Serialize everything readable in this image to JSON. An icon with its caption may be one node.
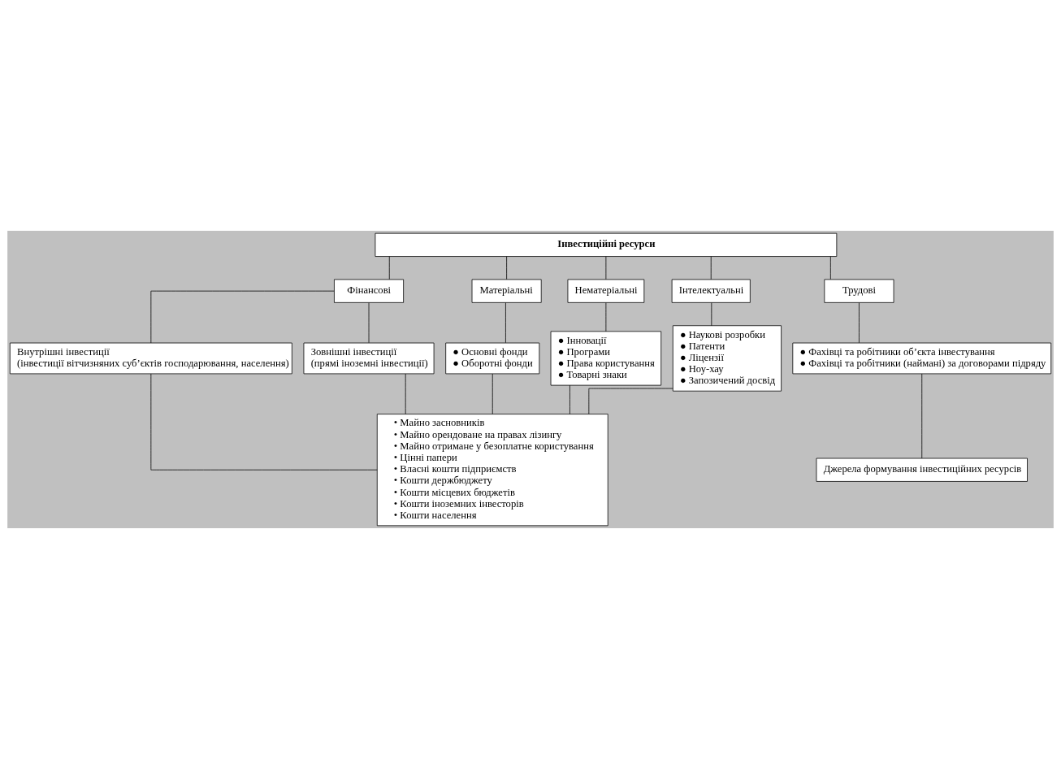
{
  "diagram": {
    "nodes": [
      {
        "text": [
          "Інвестиційні ресурси"
        ]
      },
      {
        "text": [
          "Фінансові"
        ]
      },
      {
        "text": [
          "Матеріальні"
        ]
      },
      {
        "text": [
          "Нематеріальні"
        ]
      },
      {
        "text": [
          "Інтелектуальні"
        ]
      },
      {
        "text": [
          "Трудові"
        ]
      },
      {
        "text": [
          "Внутрішні інвестиції",
          "(інвестиції вітчизняних суб’єктів господарювання, населення)"
        ]
      },
      {
        "text": [
          "Зовнішні інвестиції",
          "(прямі іноземні інвестиції)"
        ]
      },
      {
        "text": [
          "● Основні фонди",
          "● Оборотні фонди"
        ]
      },
      {
        "text": [
          "● Інновації",
          "● Програми",
          "● Права користування",
          "● Товарні знаки"
        ]
      },
      {
        "text": [
          "● Наукові розробки",
          "● Патенти",
          "● Ліцензії",
          "● Ноу-хау",
          "● Запозичений досвід"
        ]
      },
      {
        "text": [
          "● Фахівці та робітники об’єкта інвестування",
          "● Фахівці та робітники (наймані) за договорами підряду"
        ]
      },
      {
        "text": [
          "• Майно засновників",
          "• Майно орендоване на правах лізингу",
          "• Майно отримане у безоплатне користування",
          "• Цінні папери",
          "• Власні кошти підприємств",
          "• Кошти держбюджету",
          "• Кошти місцевих бюджетів",
          "• Кошти іноземних інвесторів",
          "• Кошти населення"
        ]
      },
      {
        "text": [
          "Джерела формування інвестиційних ресурсів"
        ]
      }
    ],
    "edges": [
      {
        "from": 0,
        "to": 1,
        "arrow": "none"
      },
      {
        "from": 0,
        "to": 2,
        "arrow": "none"
      },
      {
        "from": 0,
        "to": 3,
        "arrow": "none"
      },
      {
        "from": 0,
        "to": 4,
        "arrow": "none"
      },
      {
        "from": 0,
        "to": 5,
        "arrow": "none"
      },
      {
        "from": 1,
        "to": 6,
        "arrow": "none"
      },
      {
        "from": 1,
        "to": 7,
        "arrow": "none"
      },
      {
        "from": 2,
        "to": 8,
        "arrow": "none"
      },
      {
        "from": 3,
        "to": 9,
        "arrow": "none"
      },
      {
        "from": 4,
        "to": 10,
        "arrow": "none"
      },
      {
        "from": 5,
        "to": 11,
        "arrow": "none"
      },
      {
        "from": 6,
        "to": 12,
        "arrow": "none"
      },
      {
        "from": 7,
        "to": 12,
        "arrow": "none"
      },
      {
        "from": 8,
        "to": 12,
        "arrow": "none"
      },
      {
        "from": 9,
        "to": 12,
        "arrow": "none"
      },
      {
        "from": 10,
        "to": 12,
        "arrow": "none"
      },
      {
        "from": 11,
        "to": 13,
        "arrow": "none"
      }
    ]
  }
}
